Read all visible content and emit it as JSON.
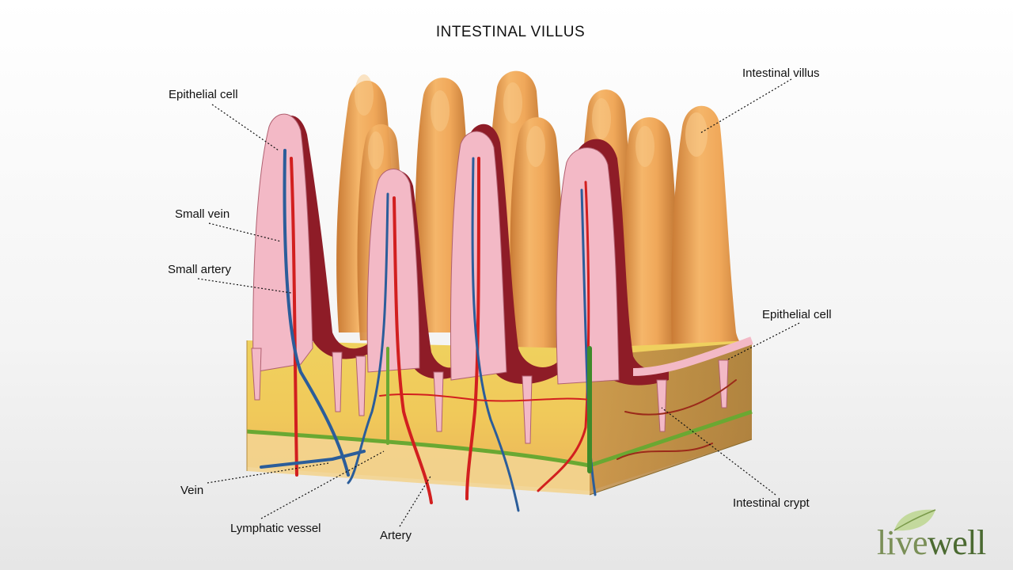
{
  "title": "INTESTINAL VILLUS",
  "labels": {
    "epithelial_cell_left": "Epithelial cell",
    "small_vein": "Small vein",
    "small_artery": "Small artery",
    "vein": "Vein",
    "lymphatic_vessel": "Lymphatic vessel",
    "artery": "Artery",
    "intestinal_villus": "Intestinal villus",
    "epithelial_cell_right": "Epithelial cell",
    "intestinal_crypt": "Intestinal crypt"
  },
  "logo": {
    "part1": "live",
    "part2": "well"
  },
  "colors": {
    "villus_orange": "#e9a45a",
    "tissue_yellow": "#f2cf63",
    "epithelium_pink": "#f3b9c6",
    "wall_maroon": "#8e1c27",
    "artery_red": "#d21f1f",
    "vein_blue": "#2b5d9a",
    "lymph_green": "#6aa832"
  }
}
